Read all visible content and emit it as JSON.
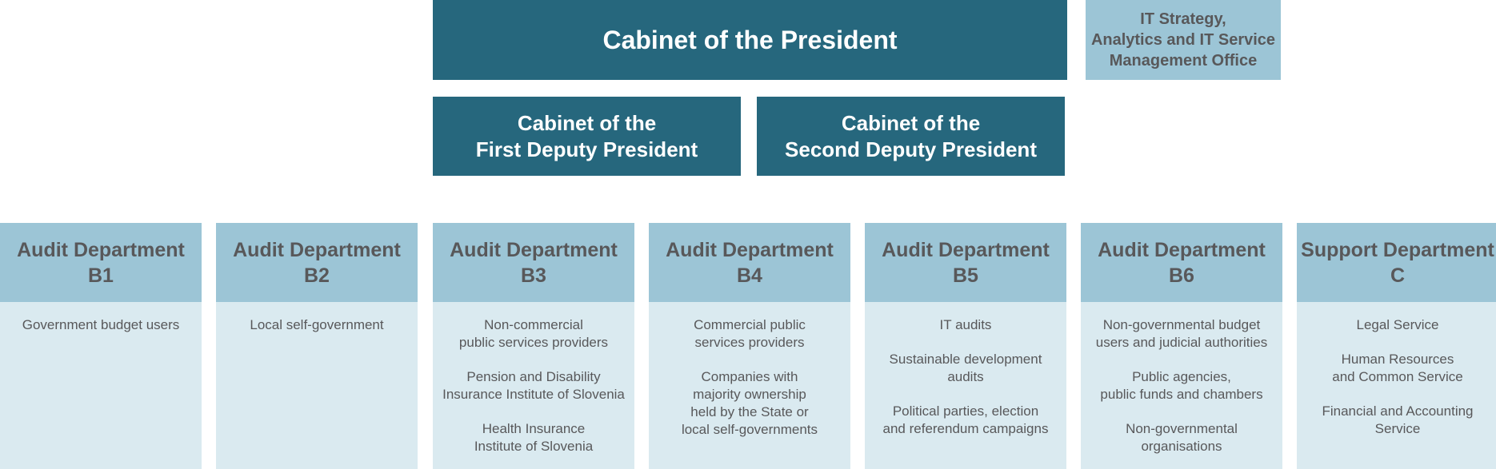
{
  "top": {
    "president": "Cabinet of the President",
    "it_office": [
      "IT Strategy,",
      "Analytics and IT Service",
      "Management Office"
    ],
    "first_deputy": [
      "Cabinet of the",
      "First Deputy President"
    ],
    "second_deputy": [
      "Cabinet of the",
      "Second Deputy President"
    ]
  },
  "departments": [
    {
      "title": [
        "Audit Department",
        "B1"
      ],
      "items": [
        [
          "Government budget users"
        ]
      ]
    },
    {
      "title": [
        "Audit Department",
        "B2"
      ],
      "items": [
        [
          "Local self-government"
        ]
      ]
    },
    {
      "title": [
        "Audit Department",
        "B3"
      ],
      "items": [
        [
          "Non-commercial",
          "public services providers"
        ],
        [
          "Pension and Disability",
          "Insurance Institute of Slovenia"
        ],
        [
          "Health Insurance",
          "Institute of Slovenia"
        ]
      ]
    },
    {
      "title": [
        "Audit Department",
        "B4"
      ],
      "items": [
        [
          "Commercial public",
          "services providers"
        ],
        [
          "Companies with",
          "majority ownership",
          "held by the State or",
          "local self-governments"
        ]
      ]
    },
    {
      "title": [
        "Audit Department",
        "B5"
      ],
      "items": [
        [
          "IT audits"
        ],
        [
          "Sustainable development",
          "audits"
        ],
        [
          "Political parties, election",
          "and referendum campaigns"
        ]
      ]
    },
    {
      "title": [
        "Audit Department",
        "B6"
      ],
      "items": [
        [
          "Non-governmental budget",
          "users and judicial authorities"
        ],
        [
          "Public agencies,",
          "public funds and chambers"
        ],
        [
          "Non-governmental",
          "organisations"
        ]
      ]
    },
    {
      "title": [
        "Support Department",
        "C"
      ],
      "items": [
        [
          "Legal Service"
        ],
        [
          "Human Resources",
          "and Common Service"
        ],
        [
          "Financial and Accounting",
          "Service"
        ]
      ]
    }
  ]
}
